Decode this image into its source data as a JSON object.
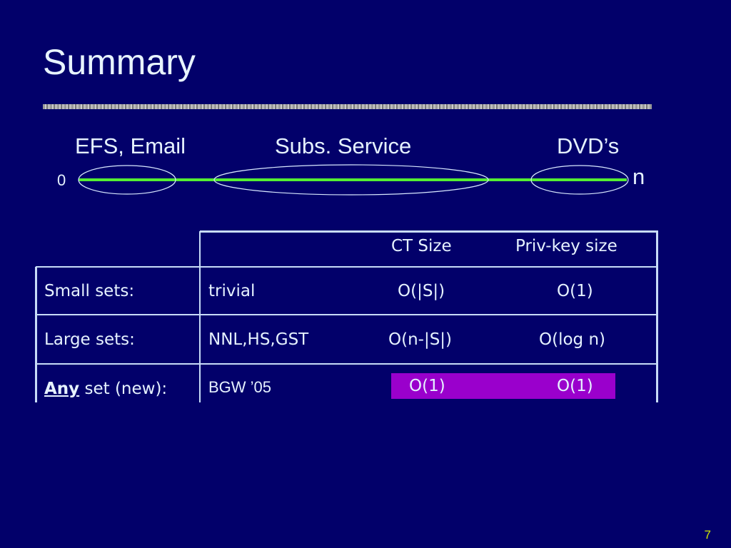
{
  "slide": {
    "title": "Summary",
    "page_number": "7"
  },
  "spectrum": {
    "start_label": "0",
    "end_label": "n",
    "regions": [
      "EFS, Email",
      "Subs. Service",
      "DVD’s"
    ],
    "line_color": "#55ee33"
  },
  "table": {
    "headers": [
      "",
      "",
      "CT Size",
      "Priv-key size"
    ],
    "rows": [
      {
        "label": "Small sets:",
        "scheme": "trivial",
        "ct": "O(|S|)",
        "key": "O(1)"
      },
      {
        "label": "Large sets:",
        "scheme": "NNL,HS,GST",
        "ct": "O(n-|S|)",
        "key": "O(log n)"
      },
      {
        "label_emph": "Any",
        "label": " set (new):",
        "scheme": "BGW ’05",
        "ct": "O(1)",
        "key": "O(1)",
        "highlight": "#9a00cc"
      }
    ]
  }
}
